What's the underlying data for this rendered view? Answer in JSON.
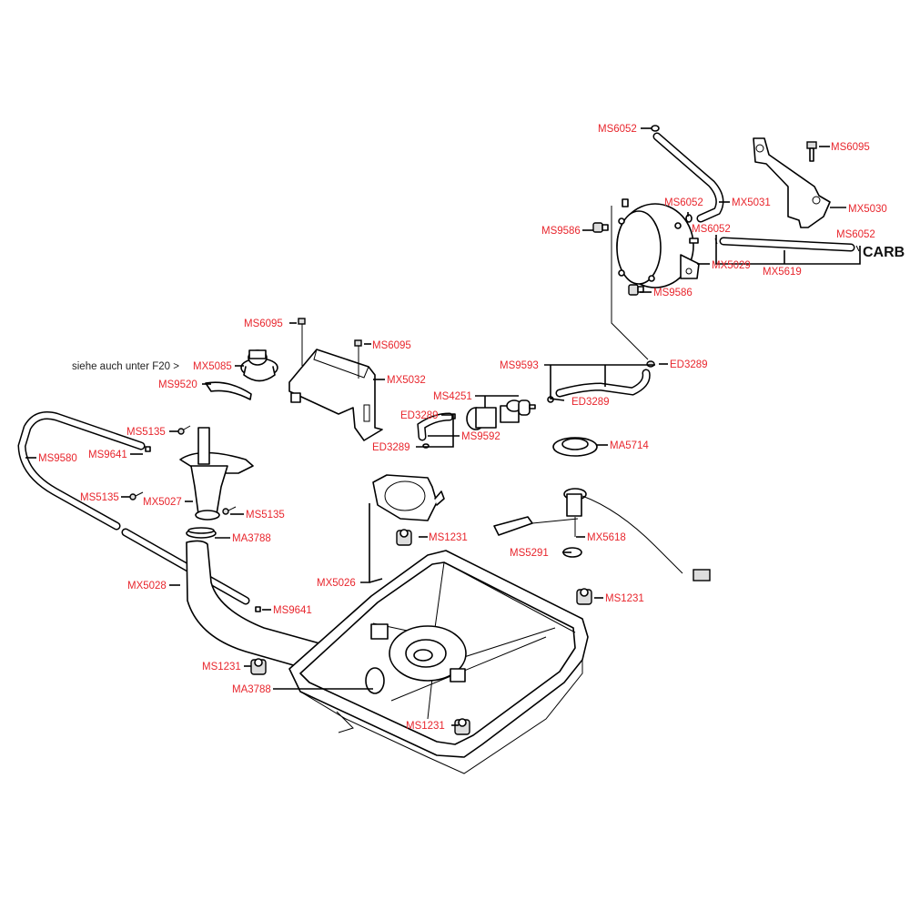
{
  "diagram": {
    "note": "siehe  auch unter F20 >",
    "destination_label": "CARB",
    "label_color": "#e8262d",
    "labels": [
      {
        "id": "ms6052-top",
        "text": "MS6052"
      },
      {
        "id": "ms6095-bracket-right",
        "text": "MS6095"
      },
      {
        "id": "mx5031",
        "text": "MX5031"
      },
      {
        "id": "ms6052-mid",
        "text": "MS6052"
      },
      {
        "id": "mx5030",
        "text": "MX5030"
      },
      {
        "id": "ms9586-left",
        "text": "MS9586"
      },
      {
        "id": "ms6052-pump",
        "text": "MS6052"
      },
      {
        "id": "ms6052-carb",
        "text": "MS6052"
      },
      {
        "id": "mx5029",
        "text": "MX5029"
      },
      {
        "id": "mx5619",
        "text": "MX5619"
      },
      {
        "id": "ms9586-bottom",
        "text": "MS9586"
      },
      {
        "id": "ms6095-left",
        "text": "MS6095"
      },
      {
        "id": "ms6095-center",
        "text": "MS6095"
      },
      {
        "id": "mx5085",
        "text": "MX5085"
      },
      {
        "id": "mx5032",
        "text": "MX5032"
      },
      {
        "id": "ms9520",
        "text": "MS9520"
      },
      {
        "id": "ms9593",
        "text": "MS9593"
      },
      {
        "id": "ed3289-right",
        "text": "ED3289"
      },
      {
        "id": "ms4251",
        "text": "MS4251"
      },
      {
        "id": "ed3289-hose",
        "text": "ED3289"
      },
      {
        "id": "ed3289-filter-top",
        "text": "ED3289"
      },
      {
        "id": "ms9592",
        "text": "MS9592"
      },
      {
        "id": "ed3289-filter-bottom",
        "text": "ED3289"
      },
      {
        "id": "ma5714",
        "text": "MA5714"
      },
      {
        "id": "ms5135-top",
        "text": "MS5135"
      },
      {
        "id": "ms9641-top",
        "text": "MS9641"
      },
      {
        "id": "ms9580",
        "text": "MS9580"
      },
      {
        "id": "ms5135-left",
        "text": "MS5135"
      },
      {
        "id": "mx5027",
        "text": "MX5027"
      },
      {
        "id": "ms5135-right",
        "text": "MS5135"
      },
      {
        "id": "ma3788-top",
        "text": "MA3788"
      },
      {
        "id": "ms1231-top",
        "text": "MS1231"
      },
      {
        "id": "mx5618",
        "text": "MX5618"
      },
      {
        "id": "ms5291",
        "text": "MS5291"
      },
      {
        "id": "mx5026",
        "text": "MX5026"
      },
      {
        "id": "mx5028",
        "text": "MX5028"
      },
      {
        "id": "ms1231-right",
        "text": "MS1231"
      },
      {
        "id": "ms9641-bottom",
        "text": "MS9641"
      },
      {
        "id": "ms1231-left",
        "text": "MS1231"
      },
      {
        "id": "ma3788-bottom",
        "text": "MA3788"
      },
      {
        "id": "ms1231-bottom",
        "text": "MS1231"
      }
    ]
  }
}
